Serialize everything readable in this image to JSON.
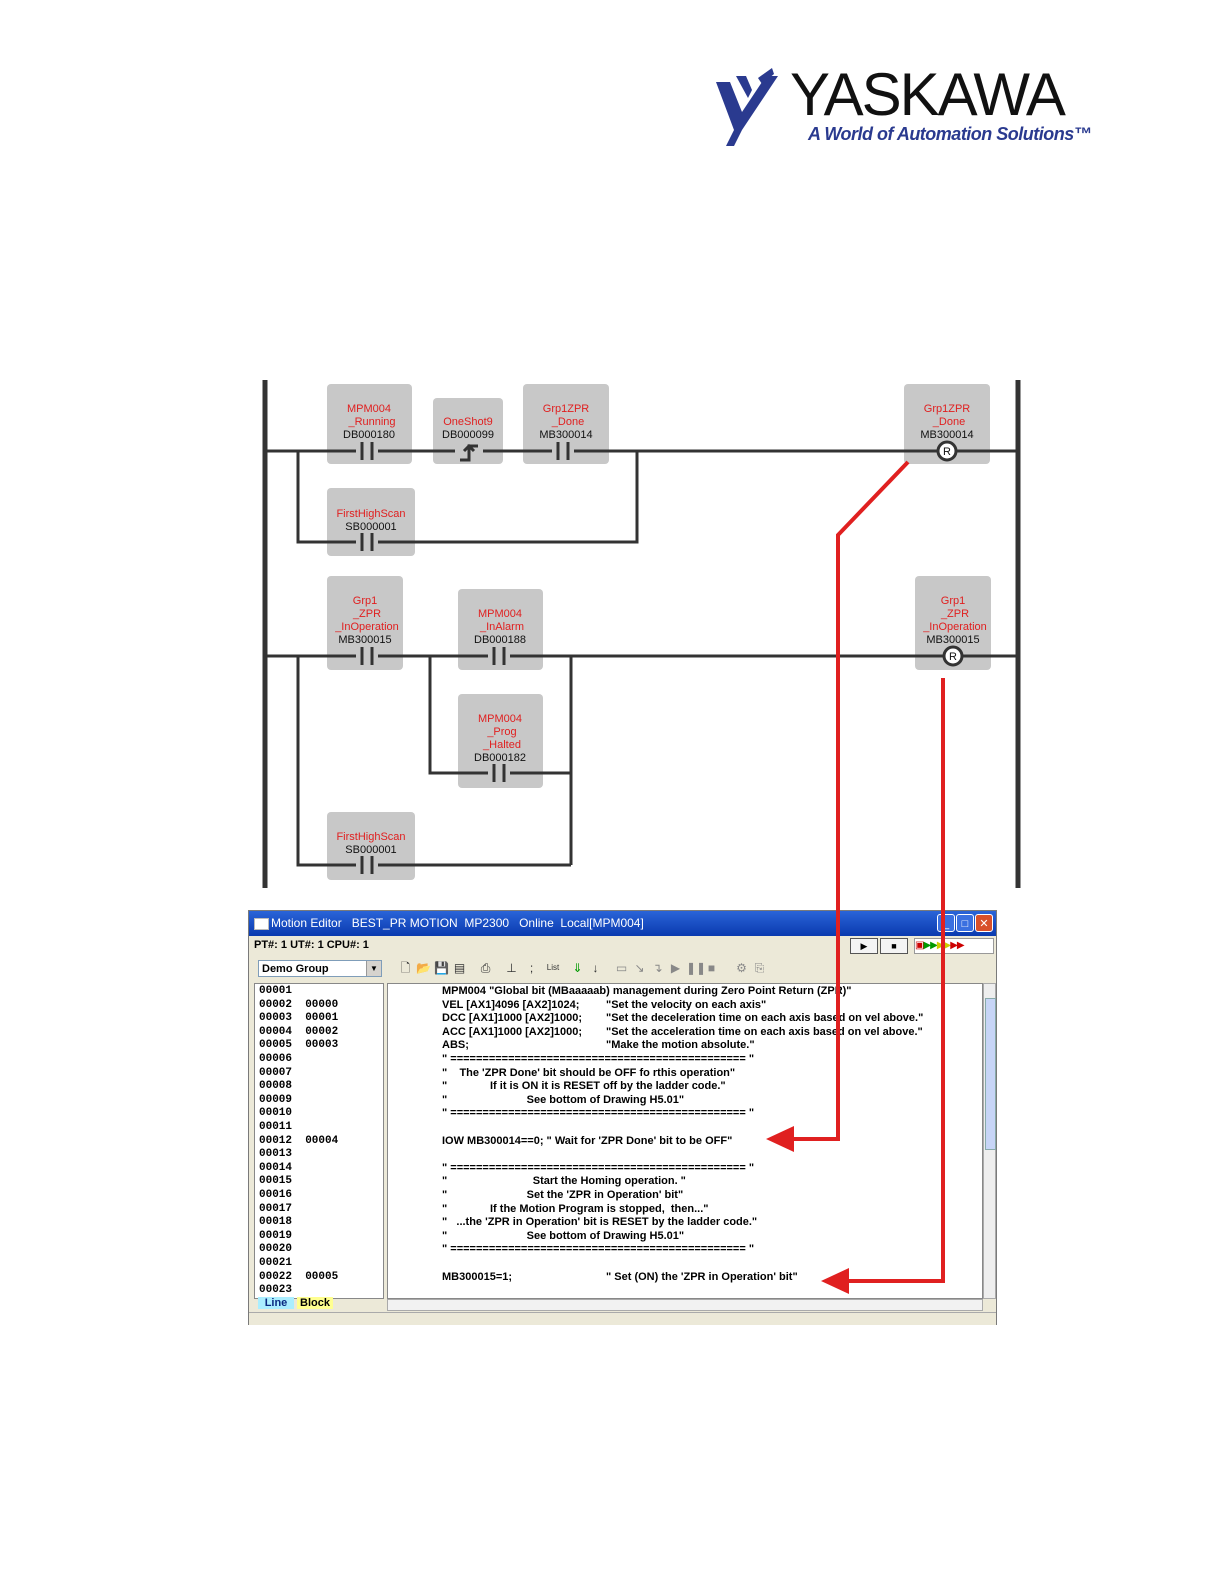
{
  "logo": {
    "wordmark": "YASKAWA",
    "tagline": "A World of Automation Solutions™"
  },
  "colors": {
    "accent_red": "#e02020",
    "logo_blue": "#2a3a8f",
    "ladder_line": "#333333",
    "contact_box": "#c8c8c8"
  },
  "ladder": {
    "rung1": {
      "contacts": [
        {
          "name": "MPM004",
          "sub": "_Running",
          "addr": "DB000180"
        },
        {
          "name": "OneShot9",
          "sub": "",
          "addr": "DB000099"
        },
        {
          "name": "Grp1ZPR",
          "sub": "_Done",
          "addr": "MB300014"
        }
      ],
      "branch": {
        "name": "FirstHighScan",
        "addr": "SB000001"
      },
      "coil": {
        "name": "Grp1ZPR",
        "sub": "_Done",
        "addr": "MB300014",
        "symbol": "R"
      }
    },
    "rung2": {
      "contacts": [
        {
          "name": "Grp1",
          "sub": "_ZPR",
          "sub2": "_InOperation",
          "addr": "MB300015"
        },
        {
          "name": "MPM004",
          "sub": "_InAlarm",
          "addr": "DB000188"
        },
        {
          "name": "MPM004",
          "sub": "_Prog",
          "sub2": "_Halted",
          "addr": "DB000182"
        }
      ],
      "branch": {
        "name": "FirstHighScan",
        "addr": "SB000001"
      },
      "coil": {
        "name": "Grp1",
        "sub": "_ZPR",
        "sub2": "_InOperation",
        "addr": "MB300015",
        "symbol": "R"
      }
    }
  },
  "editor": {
    "title": "Motion Editor   BEST_PR MOTION  MP2300   Online  Local[MPM004]",
    "pt_info": "PT#: 1 UT#: 1 CPU#: 1",
    "group": "Demo Group",
    "list_label": "List",
    "tab_line": "Line",
    "tab_block": "Block",
    "line_numbers": [
      "00001",
      "00002  00000",
      "00003  00001",
      "00004  00002",
      "00005  00003",
      "00006",
      "00007",
      "00008",
      "00009",
      "00010",
      "00011",
      "00012  00004",
      "00013",
      "00014",
      "00015",
      "00016",
      "00017",
      "00018",
      "00019",
      "00020",
      "00021",
      "00022  00005",
      "00023"
    ],
    "code": [
      {
        "a": "MPM004 \"Global bit (MBaaaaab) management during Zero Point Return (ZPR)\"",
        "b": ""
      },
      {
        "a": "VEL [AX1]4096 [AX2]1024;",
        "b": "\"Set the velocity on each axis\""
      },
      {
        "a": "DCC [AX1]1000 [AX2]1000;",
        "b": "\"Set the deceleration time on each axis based on vel above.\""
      },
      {
        "a": "ACC [AX1]1000 [AX2]1000;",
        "b": "\"Set the acceleration time on each axis based on vel above.\""
      },
      {
        "a": "ABS;",
        "b": "\"Make the motion absolute.\""
      },
      {
        "a": "\" ============================================== \"",
        "b": ""
      },
      {
        "a": "\"    The 'ZPR Done' bit should be OFF fo rthis operation\"",
        "b": ""
      },
      {
        "a": "\"              If it is ON it is RESET off by the ladder code.\"",
        "b": ""
      },
      {
        "a": "\"                          See bottom of Drawing H5.01\"",
        "b": ""
      },
      {
        "a": "\" ============================================== \"",
        "b": ""
      },
      {
        "a": "",
        "b": ""
      },
      {
        "a": "IOW MB300014==0; \" Wait for 'ZPR Done' bit to be OFF\"",
        "b": ""
      },
      {
        "a": "",
        "b": ""
      },
      {
        "a": "\" ============================================== \"",
        "b": ""
      },
      {
        "a": "\"                            Start the Homing operation. \"",
        "b": ""
      },
      {
        "a": "\"                          Set the 'ZPR in Operation' bit\"",
        "b": ""
      },
      {
        "a": "\"              If the Motion Program is stopped,  then...\"",
        "b": ""
      },
      {
        "a": "\"   ...the 'ZPR in Operation' bit is RESET by the ladder code.\"",
        "b": ""
      },
      {
        "a": "\"                          See bottom of Drawing H5.01\"",
        "b": ""
      },
      {
        "a": "\" ============================================== \"",
        "b": ""
      },
      {
        "a": "",
        "b": ""
      },
      {
        "a": "MB300015=1;",
        "b": "\" Set (ON) the 'ZPR in Operation' bit\""
      },
      {
        "a": "",
        "b": ""
      }
    ]
  }
}
